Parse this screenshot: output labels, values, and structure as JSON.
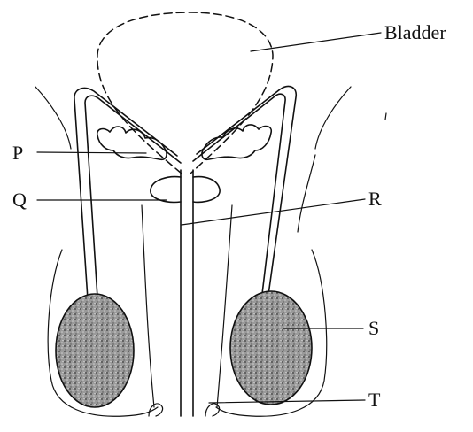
{
  "labels": {
    "bladder": "Bladder",
    "p": "P",
    "q": "Q",
    "r": "R",
    "s": "S",
    "t": "T"
  },
  "colors": {
    "line": "#111111",
    "testis_fill": "#8a8a8a",
    "background": "#ffffff"
  }
}
